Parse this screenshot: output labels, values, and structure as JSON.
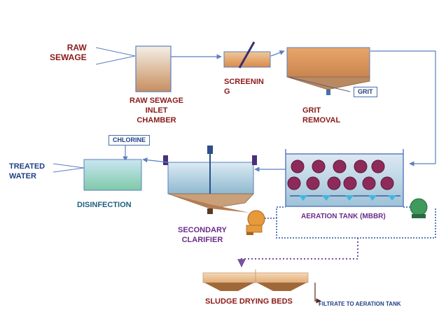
{
  "labels": {
    "raw_sewage": "RAW\nSEWAGE",
    "raw_sewage_inlet": "RAW SEWAGE\nINLET\nCHAMBER",
    "screening": "SCREENIN\nG",
    "grit": "GRIT",
    "grit_removal": "GRIT\nREMOVAL",
    "chlorine": "CHLORINE",
    "treated_water": "TREATED\nWATER",
    "disinfection": "DISINFECTION",
    "aeration_tank": "AERATION TANK (MBBR)",
    "secondary_clarifier": "SECONDARY\nCLARIFIER",
    "sludge_drying_beds": "SLUDGE DRYING BEDS",
    "filtrate": "FILTRATE TO AERATION TANK"
  },
  "colors": {
    "flow_line": "#5b7fc0",
    "dotted_line": "#7a4fa0",
    "text_red": "#8b1a1a",
    "text_blue": "#1f3f86",
    "pump_orange": "#e69a3c",
    "pump_green": "#3f9a5c",
    "media_dot": "#8e2a5a"
  }
}
